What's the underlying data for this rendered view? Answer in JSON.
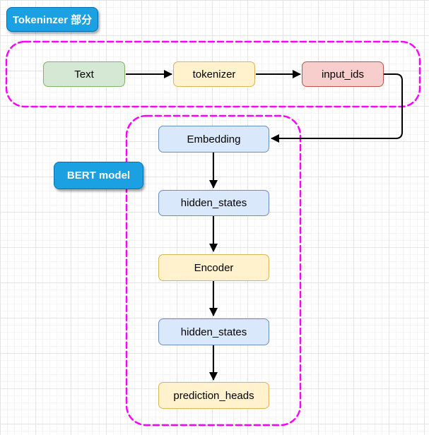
{
  "app": {
    "title": "BERT tokenizer / model flow diagram"
  },
  "colors": {
    "grid_minor": "#f6f4f5",
    "grid_major": "#e3e3e3",
    "edge": "#000000",
    "group_border": "#ff00ff",
    "label_fill": "#1ba1e2",
    "label_border": "#006eaf",
    "label_text": "#ffffff"
  },
  "diagram": {
    "section_labels": [
      {
        "id": "tokenizer-section",
        "label": "Tokeninzer 部分"
      },
      {
        "id": "bert-model",
        "label": "BERT model"
      }
    ],
    "groups": [
      {
        "id": "tokenizer-group",
        "title": "Tokeninzer 部分"
      },
      {
        "id": "bert-group",
        "title": "BERT model"
      }
    ],
    "nodes": [
      {
        "id": "text",
        "label": "Text",
        "fill": "#d5e8d4",
        "stroke": "#82b366"
      },
      {
        "id": "tokenizer",
        "label": "tokenizer",
        "fill": "#fff2cc",
        "stroke": "#d6b656"
      },
      {
        "id": "input-ids",
        "label": "input_ids",
        "fill": "#f8cecc",
        "stroke": "#b85450"
      },
      {
        "id": "embedding",
        "label": "Embedding",
        "fill": "#dae8fc",
        "stroke": "#6c8ebf"
      },
      {
        "id": "hidden-states-1",
        "label": "hidden_states",
        "fill": "#dae8fc",
        "stroke": "#6c8ebf"
      },
      {
        "id": "encoder",
        "label": "Encoder",
        "fill": "#fff2cc",
        "stroke": "#d6b656"
      },
      {
        "id": "hidden-states-2",
        "label": "hidden_states",
        "fill": "#dae8fc",
        "stroke": "#6c8ebf"
      },
      {
        "id": "prediction-heads",
        "label": "prediction_heads",
        "fill": "#fff2cc",
        "stroke": "#d6b656"
      }
    ],
    "edges": [
      {
        "from": "Text",
        "to": "tokenizer"
      },
      {
        "from": "tokenizer",
        "to": "input_ids"
      },
      {
        "from": "input_ids",
        "to": "Embedding"
      },
      {
        "from": "Embedding",
        "to": "hidden_states"
      },
      {
        "from": "hidden_states",
        "to": "Encoder"
      },
      {
        "from": "Encoder",
        "to": "hidden_states"
      },
      {
        "from": "hidden_states",
        "to": "prediction_heads"
      }
    ]
  }
}
